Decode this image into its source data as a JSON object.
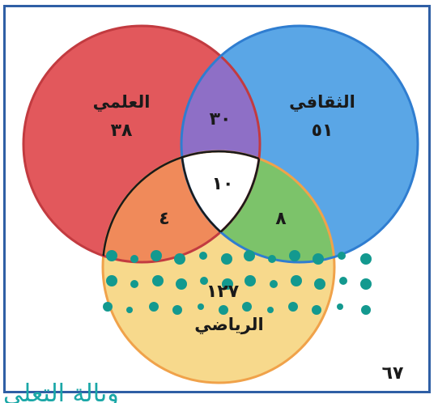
{
  "diagram": {
    "sets": {
      "scientific": "العلمي",
      "cultural": "الثقافي",
      "mathematical": "الرياضي"
    },
    "regions": {
      "scientific_only": "٣٨",
      "cultural_only": "٥١",
      "mathematical_only": "١٢٧",
      "scientific_cultural": "٣٠",
      "scientific_mathematical": "٤",
      "cultural_mathematical": "٨",
      "all_three": "١٠"
    },
    "outside": "٦٧",
    "colors": {
      "scientific": "#e2585c",
      "scientific_edge": "#c23b40",
      "cultural": "#5aa6e6",
      "cultural_edge": "#2f7dd0",
      "mathematical": "#f7d98c",
      "mathematical_edge": "#f0a24a",
      "sci_cul": "#8e6fc6",
      "sci_cul_edge": "#7c3fa8",
      "sci_math": "#f08a5a",
      "cul_math": "#7cc36a",
      "cul_math_edge": "#4a9a3c",
      "center": "#ffffff",
      "frame": "#2f5fa5",
      "dots": "#13998f"
    }
  },
  "watermark": "وبالة التعلي"
}
